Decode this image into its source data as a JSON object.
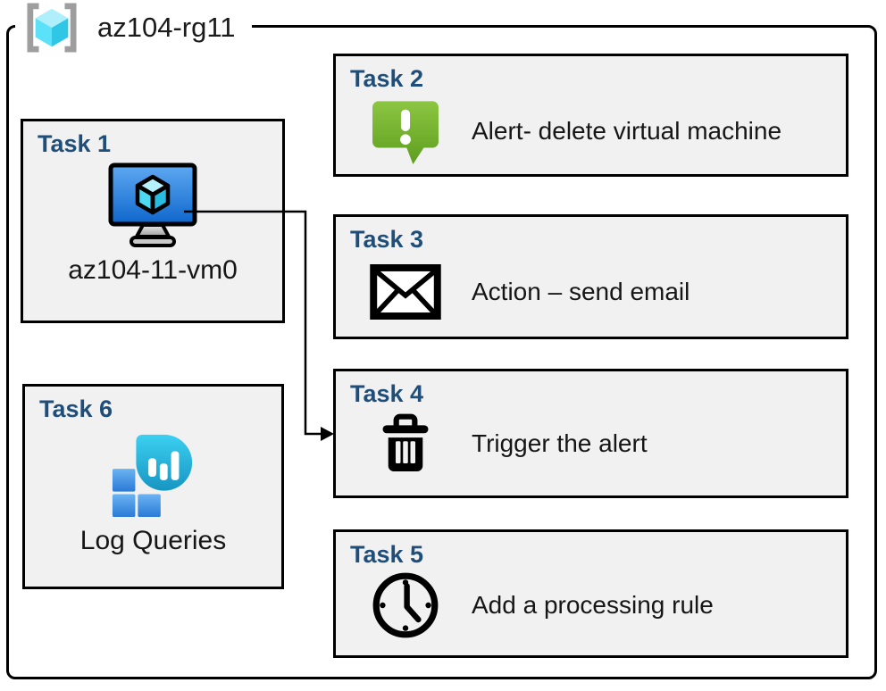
{
  "header": {
    "title": "az104-rg11",
    "icon": "resource-group-icon"
  },
  "tasks": {
    "task1": {
      "title": "Task 1",
      "label": "az104-11-vm0",
      "icon": "virtual-machine-icon"
    },
    "task2": {
      "title": "Task 2",
      "label": "Alert- delete virtual machine",
      "icon": "alert-message-icon"
    },
    "task3": {
      "title": "Task 3",
      "label": "Action – send email",
      "icon": "email-envelope-icon"
    },
    "task4": {
      "title": "Task 4",
      "label": "Trigger the alert",
      "icon": "delete-trash-icon"
    },
    "task5": {
      "title": "Task 5",
      "label": "Add a processing rule",
      "icon": "clock-icon"
    },
    "task6": {
      "title": "Task 6",
      "label": "Log Queries",
      "icon": "log-analytics-icon"
    }
  },
  "connections": [
    {
      "from": "task1",
      "to": "task4"
    }
  ],
  "colors": {
    "task_title": "#1F4E79",
    "box_fill": "#F1F1F2",
    "border": "#000000",
    "alert_green_top": "#8BC541",
    "alert_green_bottom": "#5E9E1E",
    "vm_screen_top": "#5FA9F2",
    "vm_screen_bottom": "#0E66CC",
    "cube_cyan_light": "#B5F1FC",
    "cube_cyan": "#4ED9F2",
    "cube_cyan_dark": "#28BCE0",
    "log_bubble_top": "#3BD0F1",
    "log_bubble_bottom": "#1795C2",
    "log_square_top": "#6CB3F2",
    "log_square_bottom": "#2A7AD6",
    "bracket_gray": "#9E9E9E"
  }
}
